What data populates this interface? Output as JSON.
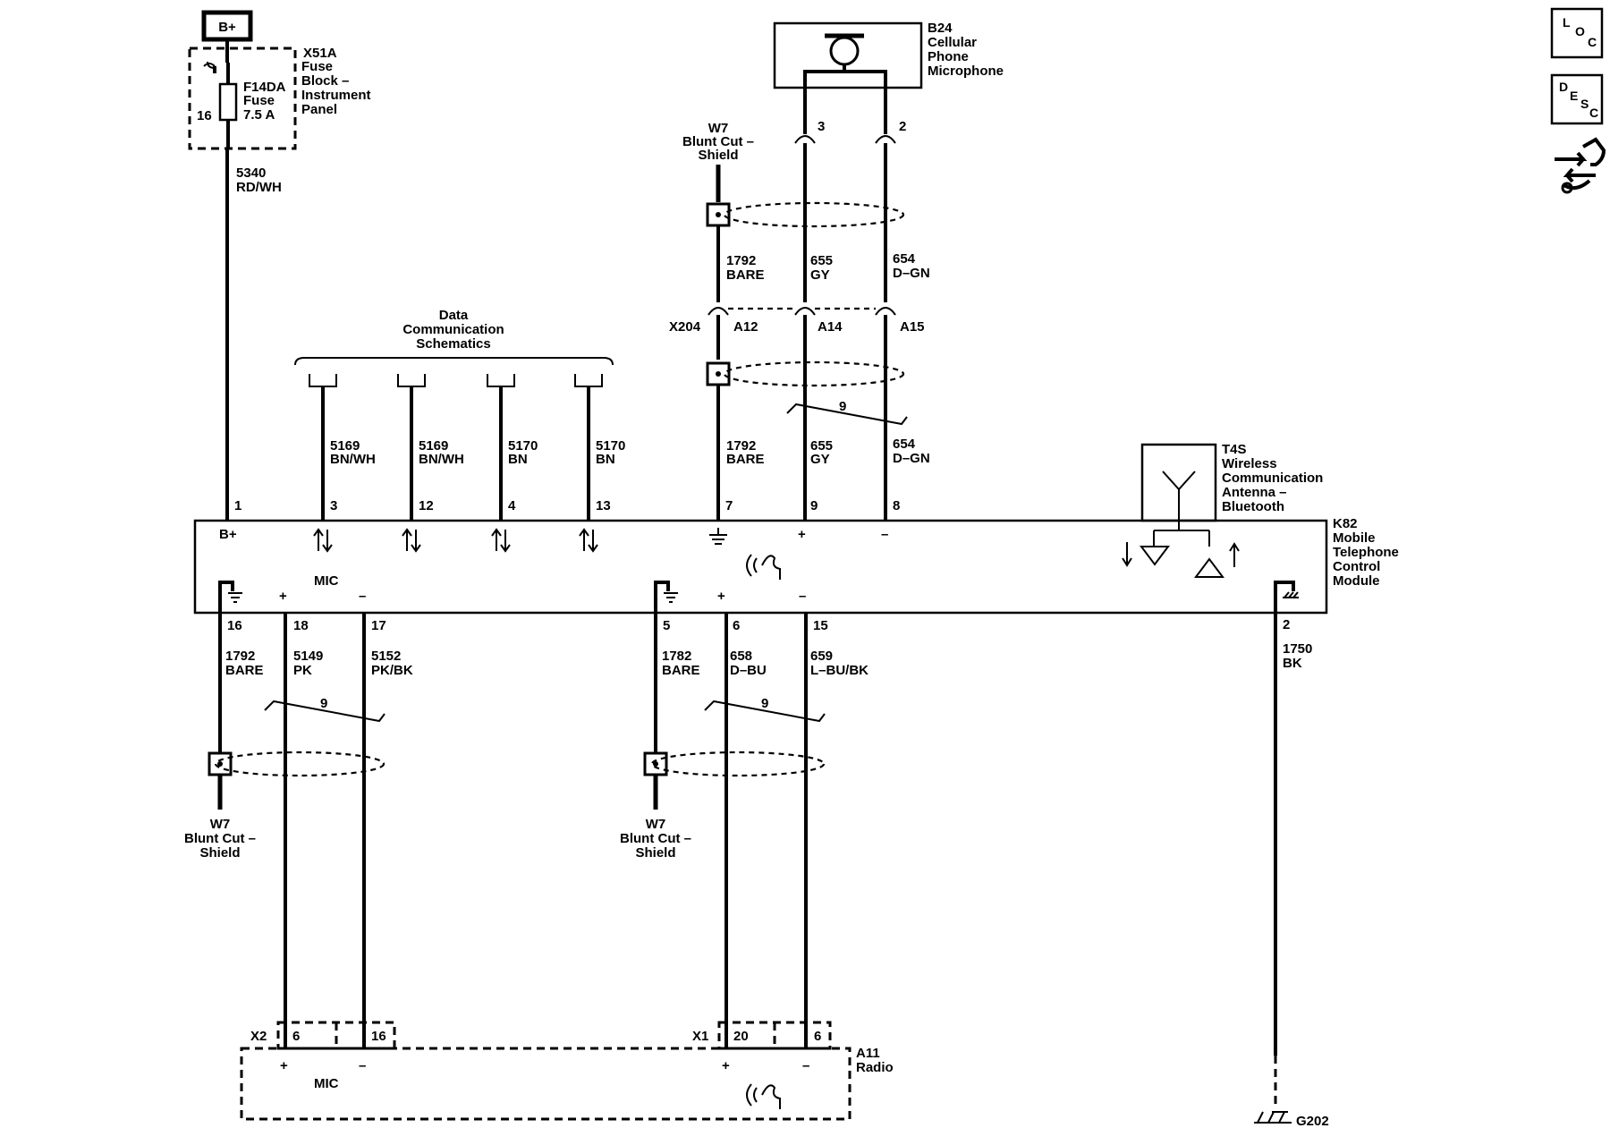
{
  "power": {
    "label": "B+"
  },
  "fuse_block": {
    "ref": "X51A",
    "name_1": "Fuse",
    "name_2": "Block –",
    "name_3": "Instrument",
    "name_4": "Panel",
    "fuse_ref": "F14DA",
    "fuse_name": "Fuse",
    "fuse_rating": "7.5 A",
    "pin": "16"
  },
  "wires": {
    "b_plus": {
      "circuit": "5340",
      "color": "RD/WH",
      "pin": "1"
    },
    "data1": {
      "circuit": "5169",
      "color": "BN/WH",
      "pin": "3"
    },
    "data2": {
      "circuit": "5169",
      "color": "BN/WH",
      "pin": "12"
    },
    "data3": {
      "circuit": "5170",
      "color": "BN",
      "pin": "4"
    },
    "data4": {
      "circuit": "5170",
      "color": "BN",
      "pin": "13"
    },
    "shield_top_upper": {
      "circuit": "1792",
      "color": "BARE"
    },
    "shield_top_lower": {
      "circuit": "1792",
      "color": "BARE",
      "pin": "7"
    },
    "mic_pos_upper": {
      "circuit": "655",
      "color": "GY"
    },
    "mic_pos_lower": {
      "circuit": "655",
      "color": "GY",
      "pin": "9"
    },
    "mic_neg_upper": {
      "circuit": "654",
      "color": "D–GN"
    },
    "mic_neg_lower": {
      "circuit": "654",
      "color": "D–GN",
      "pin": "8"
    },
    "radio_mic_shield": {
      "pin": "16",
      "circuit": "1792",
      "color": "BARE"
    },
    "radio_mic_pos": {
      "pin": "18",
      "circuit": "5149",
      "color": "PK"
    },
    "radio_mic_neg": {
      "pin": "17",
      "circuit": "5152",
      "color": "PK/BK"
    },
    "radio_aud_shield": {
      "pin": "5",
      "circuit": "1782",
      "color": "BARE"
    },
    "radio_aud_pos": {
      "pin": "6",
      "circuit": "658",
      "color": "D–BU"
    },
    "radio_aud_neg": {
      "pin": "15",
      "circuit": "659",
      "color": "L–BU/BK"
    },
    "ground": {
      "pin": "2",
      "circuit": "1750",
      "color": "BK"
    }
  },
  "data_comm": {
    "line1": "Data",
    "line2": "Communication",
    "line3": "Schematics"
  },
  "mic_device": {
    "ref": "B24",
    "name_1": "Cellular",
    "name_2": "Phone",
    "name_3": "Microphone",
    "pin_left": "3",
    "pin_right": "2"
  },
  "shield_top": {
    "ref": "W7",
    "name_1": "Blunt Cut –",
    "name_2": "Shield"
  },
  "shield_left": {
    "ref": "W7",
    "name_1": "Blunt Cut –",
    "name_2": "Shield"
  },
  "shield_mid": {
    "ref": "W7",
    "name_1": "Blunt Cut –",
    "name_2": "Shield"
  },
  "inline_conn": {
    "ref": "X204",
    "pin_a": "A12",
    "pin_b": "A14",
    "pin_c": "A15"
  },
  "twist_top": {
    "label": "9"
  },
  "twist_left": {
    "label": "9"
  },
  "twist_mid": {
    "label": "9"
  },
  "antenna": {
    "ref": "T4S",
    "name_1": "Wireless",
    "name_2": "Communication",
    "name_3": "Antenna –",
    "name_4": "Bluetooth"
  },
  "module": {
    "ref": "K82",
    "name_1": "Mobile",
    "name_2": "Telephone",
    "name_3": "Control",
    "name_4": "Module",
    "bplus_label": "B+",
    "mic_label": "MIC",
    "plus": "+",
    "minus": "–"
  },
  "radio": {
    "ref": "A11",
    "name": "Radio",
    "mic_label": "MIC",
    "x2": "X2",
    "x2_pin_a": "6",
    "x2_pin_b": "16",
    "x1": "X1",
    "x1_pin_a": "20",
    "x1_pin_b": "6",
    "plus": "+",
    "minus": "–"
  },
  "ground": {
    "label": "G202"
  },
  "side_icons": {
    "loc": [
      "L",
      "O",
      "C"
    ],
    "desc": [
      "D",
      "E",
      "S",
      "C"
    ],
    "tool": "service-tool-icon"
  }
}
